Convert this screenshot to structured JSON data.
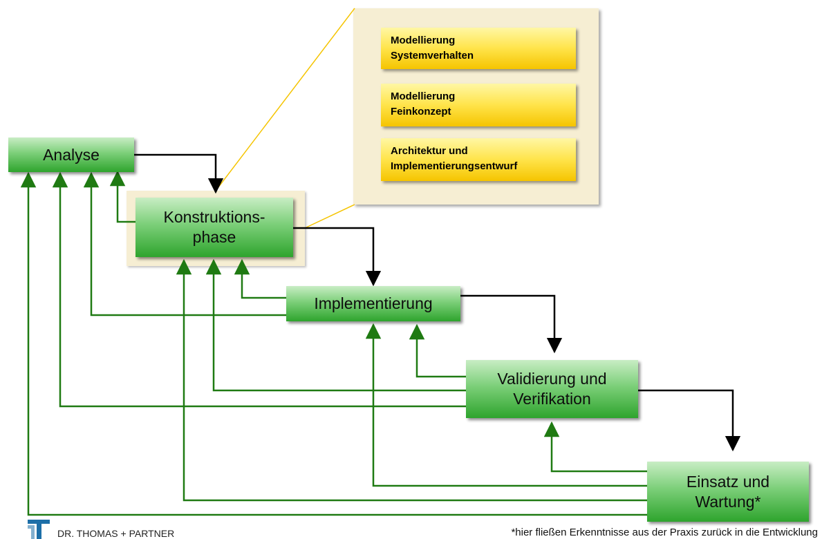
{
  "nodes": {
    "analyse": "Analyse",
    "konstruktion": "Konstruktions-\nphase",
    "implementierung": "Implementierung",
    "validierung": "Validierung und\nVerifikation",
    "einsatz": "Einsatz und\nWartung*"
  },
  "callout": {
    "items": [
      "Modellierung\nSystemverhalten",
      "Modellierung\nFeinkonzept",
      "Architektur und\nImplementierungsentwurf"
    ]
  },
  "logo_text": "DR. THOMAS + PARTNER",
  "footnote": "*hier fließen Erkenntnisse aus der Praxis zurück in die Entwicklung",
  "colors": {
    "forward_arrow": "#000000",
    "feedback_arrow": "#1f7a12",
    "callout_line": "#f5c400",
    "logo": "#1d6fa8"
  }
}
